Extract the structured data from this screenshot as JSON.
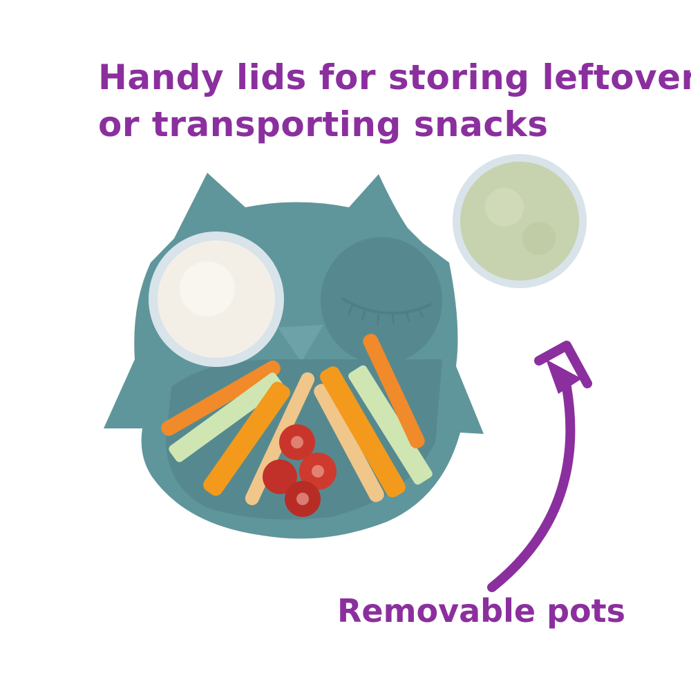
{
  "headline": {
    "line1": "Handy lids for storing leftovers",
    "line2": "or transporting snacks"
  },
  "caption": "Removable pots",
  "colors": {
    "text": "#8b2f9e",
    "plate": "#5f969b",
    "plate_inner": "#56898f",
    "pot_rim": "#d8e3ea",
    "dip": "#f3efe7",
    "avocado": "#b6c48d",
    "carrot": "#f08a2a",
    "cucumber": "#cfe6b3",
    "breadstick": "#f0c68a",
    "tomato": "#c9352b"
  },
  "icons": {
    "arrow": "curved-arrow-icon"
  }
}
